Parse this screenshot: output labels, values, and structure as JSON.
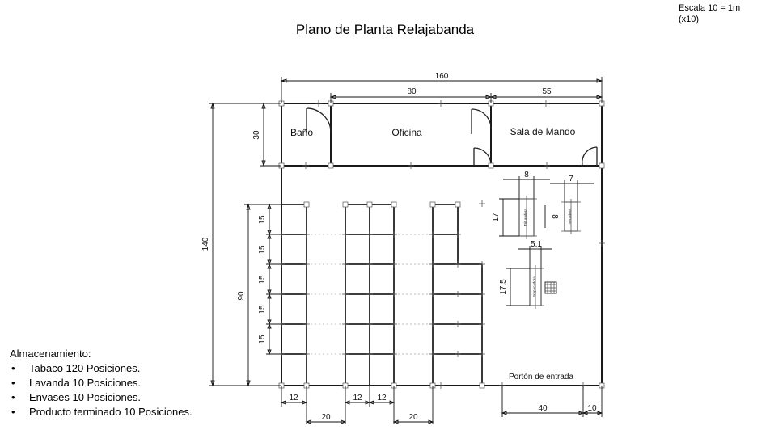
{
  "title": "Plano de Planta Relajabanda",
  "scale": {
    "line1": "Escala 10 = 1m",
    "line2": "(x10)"
  },
  "storage": {
    "heading": "Almacenamiento:",
    "items": [
      "Tabaco 120 Posiciones.",
      "Lavanda 10 Posiciones.",
      "Envases 10 Posiciones.",
      "Producto terminado 10 Posiciones."
    ]
  },
  "rooms": {
    "bano": "Baño",
    "oficina": "Oficina",
    "sala": "Sala de Mando"
  },
  "gate": "Portón de entrada",
  "dims": {
    "total_width": "160",
    "office_width": "80",
    "control_width": "55",
    "room_depth": "30",
    "total_depth": "140",
    "racks_depth": "90",
    "bay": "15",
    "rack_a_width": "12",
    "rack_b1_width": "12",
    "rack_b2_width": "12",
    "aisle_1": "20",
    "aisle_2": "20",
    "gate_width": "40",
    "gate_side": "10",
    "mach1_width": "8",
    "mach2_width": "7",
    "mach_height": "17",
    "mach2_height": "8",
    "mach3_width": "5.1",
    "mach3_height": "17.5"
  },
  "machines": {
    "m1": "Trituradora",
    "m2": "Secadora",
    "m3": "Empacadora"
  }
}
